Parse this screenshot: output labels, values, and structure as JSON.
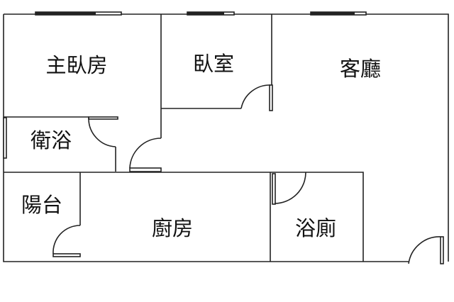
{
  "rooms": {
    "master_bedroom": "主臥房",
    "bedroom": "臥室",
    "living_room": "客廳",
    "bathroom_1": "衛浴",
    "balcony": "陽台",
    "kitchen": "廚房",
    "bathroom_2": "浴廁"
  },
  "colors": {
    "wall": "#222222",
    "background": "#ffffff"
  }
}
